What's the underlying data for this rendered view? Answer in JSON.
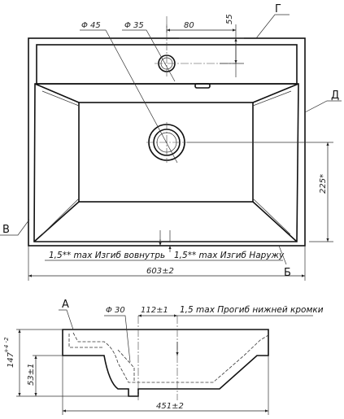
{
  "top_view": {
    "dims": {
      "hole_diameter": "Φ 45",
      "tap_hole_diameter": "Φ 35",
      "tap_offset": "80",
      "tap_depth": "55",
      "bowl_depth_right": "225*",
      "overall_width": "603±2"
    },
    "notes": {
      "bend_in": "1,5** max Изгиб вовнутрь",
      "bend_out": "1,5** max Изгиб Наружу"
    },
    "refs": {
      "G": "Г",
      "D": "Д",
      "V": "В",
      "B": "Б"
    }
  },
  "side_view": {
    "dims": {
      "drain_diameter": "Φ 30",
      "drain_offset": "112±1",
      "height_total": "147",
      "height_total_tol": "+4 -2",
      "height_rim": "53±1",
      "depth": "451±2"
    },
    "notes": {
      "deflection": "1,5 max Прогиб нижней кромки"
    },
    "refs": {
      "A": "А"
    }
  }
}
